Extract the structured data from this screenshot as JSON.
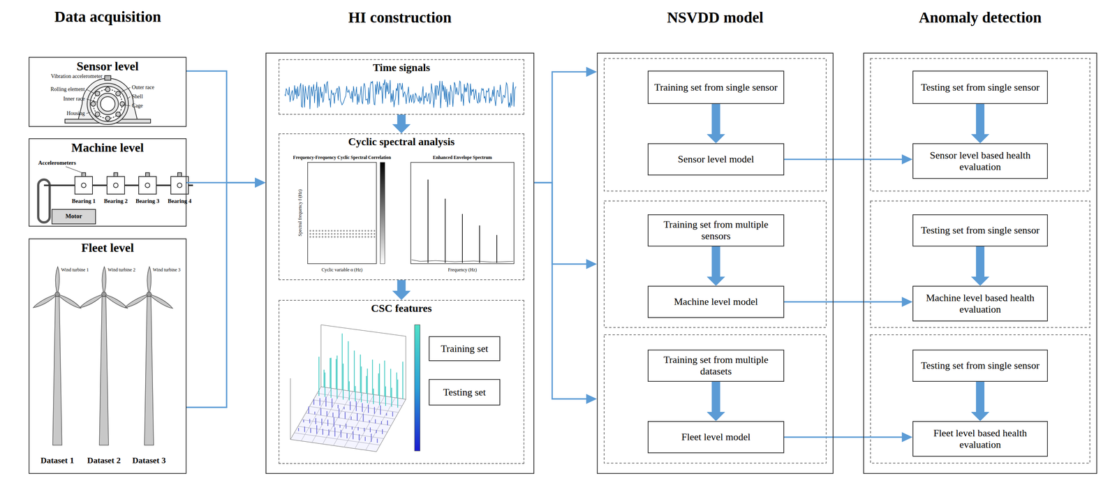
{
  "diagram": {
    "nodes": [
      {
        "text": [
          "Sensor level"
        ]
      },
      {
        "text": [
          "Machine level"
        ]
      },
      {
        "text": [
          "Fleet level"
        ]
      },
      {
        "text": [
          "HI construction"
        ]
      },
      {
        "text": [
          "Time signals"
        ],
        "in": 3
      },
      {
        "text": [
          "Cyclic spectral analysis"
        ],
        "in": 3
      },
      {
        "text": [
          "CSC features"
        ],
        "in": 3
      },
      {
        "text": [
          "Training set"
        ],
        "in": 6
      },
      {
        "text": [
          "Testing set"
        ],
        "in": 6
      },
      {
        "text": [
          "NSVDD model"
        ]
      },
      {
        "text": [
          "Training set from single sensor"
        ],
        "in": 9
      },
      {
        "text": [
          "Sensor level model"
        ],
        "in": 9
      },
      {
        "text": [
          "Training set from multiple sensors"
        ],
        "in": 9
      },
      {
        "text": [
          "Machine level model"
        ],
        "in": 9
      },
      {
        "text": [
          "Training set from multiple datasets"
        ],
        "in": 9
      },
      {
        "text": [
          "Fleet level model"
        ],
        "in": 9
      },
      {
        "text": [
          "Anomaly detection"
        ]
      },
      {
        "text": [
          "Testing set from single sensor"
        ],
        "in": 16
      },
      {
        "text": [
          "Sensor level based health evaluation"
        ],
        "in": 16
      },
      {
        "text": [
          "Testing set from single sensor"
        ],
        "in": 16
      },
      {
        "text": [
          "Machine level based health evaluation"
        ],
        "in": 16
      },
      {
        "text": [
          "Testing set from single sensor"
        ],
        "in": 16
      },
      {
        "text": [
          "Fleet level based health evaluation"
        ],
        "in": 16
      }
    ],
    "edges": [
      {
        "from": 0,
        "to": 3,
        "arrow": "to"
      },
      {
        "from": 1,
        "to": 3,
        "arrow": "to"
      },
      {
        "from": 2,
        "to": 3,
        "arrow": "to"
      },
      {
        "from": 4,
        "to": 5,
        "arrow": "to"
      },
      {
        "from": 5,
        "to": 6,
        "arrow": "to"
      },
      {
        "from": 3,
        "to": 9,
        "arrow": "to"
      },
      {
        "from": 3,
        "to": 9,
        "arrow": "to"
      },
      {
        "from": 3,
        "to": 9,
        "arrow": "to"
      },
      {
        "from": 10,
        "to": 11,
        "arrow": "to"
      },
      {
        "from": 12,
        "to": 13,
        "arrow": "to"
      },
      {
        "from": 14,
        "to": 15,
        "arrow": "to"
      },
      {
        "from": 11,
        "to": 18,
        "arrow": "to"
      },
      {
        "from": 13,
        "to": 20,
        "arrow": "to"
      },
      {
        "from": 15,
        "to": 22,
        "arrow": "to"
      },
      {
        "from": 17,
        "to": 18,
        "arrow": "to"
      },
      {
        "from": 19,
        "to": 20,
        "arrow": "to"
      },
      {
        "from": 21,
        "to": 22,
        "arrow": "to"
      }
    ],
    "labels": [
      "Data acquisition",
      "Vibration accelerometer",
      "Rolling element",
      "Inner race",
      "Housing",
      "Outer race",
      "Shell",
      "Cage",
      "Accelerometers",
      "Bearing 1",
      "Bearing 2",
      "Bearing 3",
      "Bearing 4",
      "Motor",
      "Wind turbine 1",
      "Wind turbine 2",
      "Wind turbine 3",
      "Dataset 1",
      "Dataset 2",
      "Dataset 3",
      "Frequency-Frequency Cyclic Spectral Correlation",
      "Enhanced Envelope Spectrum",
      "Spectral frequency f (Hz)",
      "Cyclic variable α (Hz)",
      "Frequency (Hz)"
    ]
  }
}
